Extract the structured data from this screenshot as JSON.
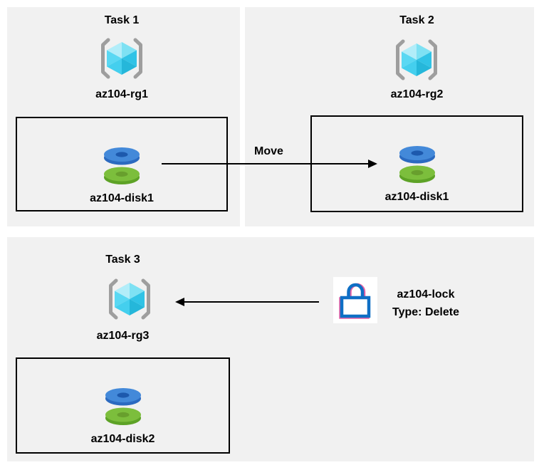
{
  "colors": {
    "canvas-bg": "#ffffff",
    "panel-bg": "#f1f1f1",
    "box-border": "#000000",
    "arrow": "#000000",
    "text": "#000000",
    "rg-bracket": "#9e9e9e",
    "cube-1": "#b2edf9",
    "cube-2": "#7ee1f3",
    "cube-3": "#59d8f3",
    "cube-4": "#30c3e6",
    "cube-5": "#44cfee",
    "cube-6": "#25b7da",
    "disk-blue-top": "#4389d9",
    "disk-blue-rim": "#2b6ac0",
    "disk-blue-hole": "#1d59ad",
    "disk-green-top": "#7cbe3c",
    "disk-green-rim": "#5da226",
    "disk-green-hole": "#689f2d",
    "lock-stroke": "#0f6fc5",
    "lock-shadow": "#e661a5",
    "lock-bg": "#ffffff"
  },
  "tasks": {
    "task1": {
      "title": "Task 1",
      "rg_label": "az104-rg1",
      "disk_label": "az104-disk1"
    },
    "task2": {
      "title": "Task 2",
      "rg_label": "az104-rg2",
      "disk_label": "az104-disk1"
    },
    "task3": {
      "title": "Task 3",
      "rg_label": "az104-rg3",
      "disk_label": "az104-disk2"
    }
  },
  "move_arrow": {
    "label": "Move"
  },
  "lock": {
    "name": "az104-lock",
    "type_line": "Type: Delete"
  }
}
